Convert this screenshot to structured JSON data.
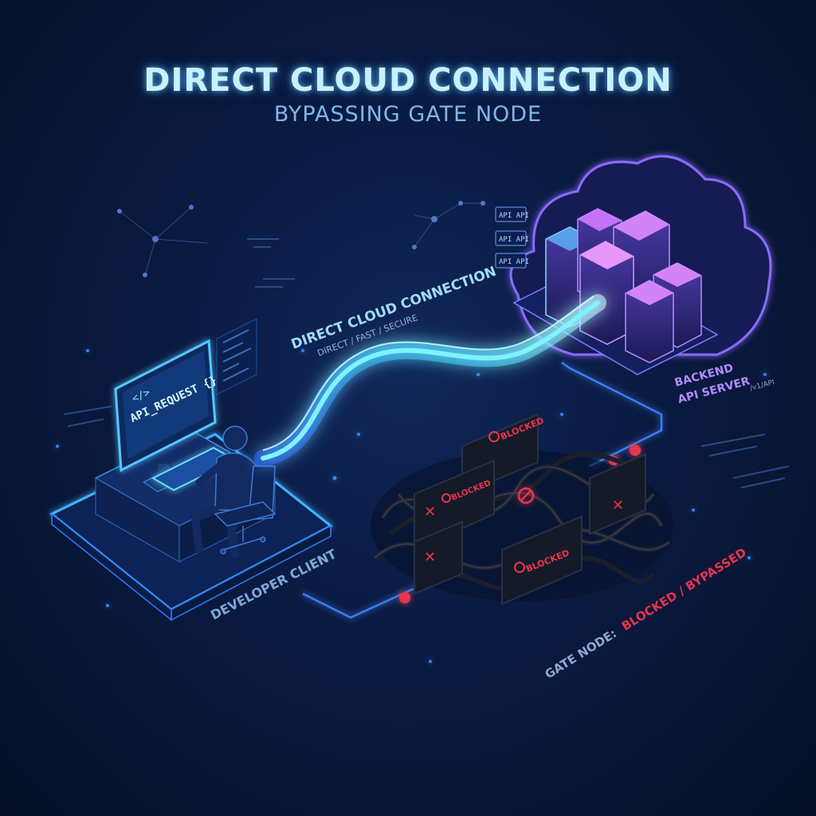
{
  "header": {
    "title": "DIRECT CLOUD CONNECTION",
    "subtitle": "BYPASSING GATE NODE"
  },
  "connection": {
    "label": "DIRECT CLOUD CONNECTION",
    "sublabel": "DIRECT / FAST / SECURE"
  },
  "client": {
    "label": "DEVELOPER CLIENT",
    "screen_code": "API_REQUEST {}",
    "screen_tag": "</>"
  },
  "backend": {
    "label_line1": "BACKEND",
    "label_line2": "API SERVER",
    "path": "/v1/API",
    "api_tags": [
      "API API",
      "API API",
      "API API"
    ]
  },
  "gate": {
    "label_prefix": "GATE NODE:",
    "label_status": "BLOCKED / BYPASSED",
    "blocked_tag": "BLOCKED"
  },
  "colors": {
    "cyan": "#3fd8ff",
    "blue": "#2b7cff",
    "purple": "#9b5cff",
    "red": "#e8344e",
    "bg": "#0a1a40"
  }
}
